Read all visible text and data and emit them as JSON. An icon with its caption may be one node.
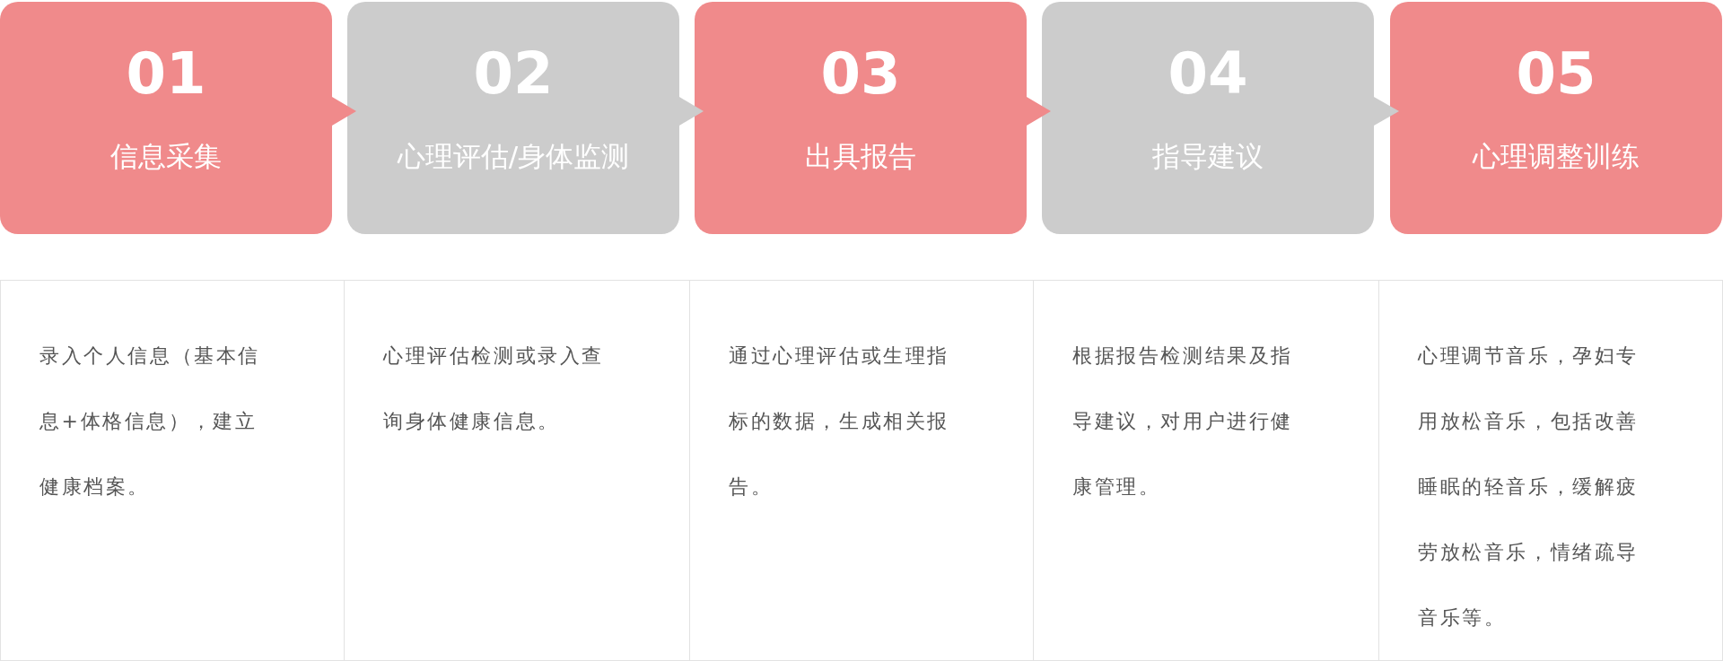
{
  "diagram": {
    "nodes": [
      {
        "text": [
          "01",
          "信息采集"
        ]
      },
      {
        "text": [
          "02",
          "心理评估/身体监测"
        ]
      },
      {
        "text": [
          "03",
          "出具报告"
        ]
      },
      {
        "text": [
          "04",
          "指导建议"
        ]
      },
      {
        "text": [
          "05",
          "心理调整训练"
        ]
      },
      {
        "text": [
          "录入个人信息（基本信息+体格信息），建立健康档案。"
        ]
      },
      {
        "text": [
          "心理评估检测或录入查询身体健康信息。"
        ]
      },
      {
        "text": [
          "通过心理评估或生理指标的数据，生成相关报告。"
        ]
      },
      {
        "text": [
          "根据报告检测结果及指导建议，对用户进行健康管理。"
        ]
      },
      {
        "text": [
          "心理调节音乐，孕妇专用放松音乐，包括改善睡眠的轻音乐，缓解疲劳放松音乐，情绪疏导音乐等。"
        ]
      }
    ],
    "edges": [
      {
        "from": 0,
        "to": 1,
        "arrow": "to"
      },
      {
        "from": 1,
        "to": 2,
        "arrow": "to"
      },
      {
        "from": 2,
        "to": 3,
        "arrow": "to"
      },
      {
        "from": 3,
        "to": 4,
        "arrow": "to"
      }
    ]
  }
}
